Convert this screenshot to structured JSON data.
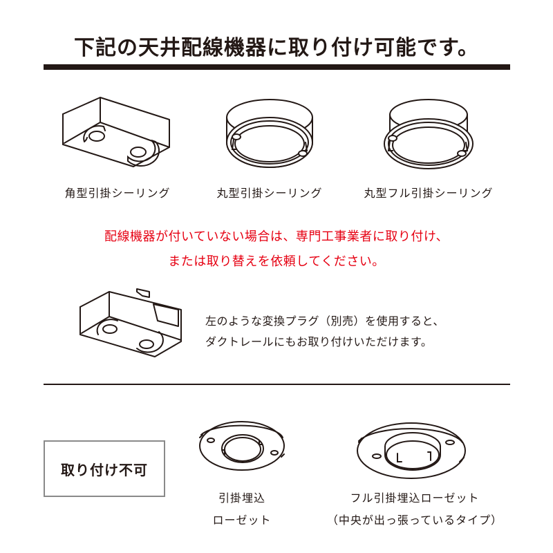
{
  "header": {
    "title": "下記の天井配線機器に取り付け可能です。"
  },
  "compatible_devices": [
    {
      "label": "角型引掛シーリング",
      "icon": "square-ceiling-socket-icon"
    },
    {
      "label": "丸型引掛シーリング",
      "icon": "round-ceiling-socket-icon"
    },
    {
      "label": "丸型フル引掛シーリング",
      "icon": "round-full-ceiling-socket-icon"
    }
  ],
  "warning": {
    "line1": "配線機器が付いていない場合は、専門工事業者に取り付け、",
    "line2": "または取り替えを依頼してください。",
    "color": "#e60012"
  },
  "adapter_note": {
    "icon": "conversion-plug-icon",
    "line1": "左のような変換プラグ（別売）を使用すると、",
    "line2": "ダクトレールにもお取り付けいただけます。"
  },
  "incompatible": {
    "badge": "取り付け不可",
    "devices": [
      {
        "line1": "引掛埋込",
        "line2": "ローゼット",
        "icon": "embedded-rosette-icon"
      },
      {
        "line1": "フル引掛埋込ローゼット",
        "line2": "（中央が出っ張っているタイプ）",
        "icon": "full-embedded-rosette-icon"
      }
    ]
  },
  "colors": {
    "text": "#231815",
    "accent_red": "#e60012",
    "box_border": "#898989"
  }
}
